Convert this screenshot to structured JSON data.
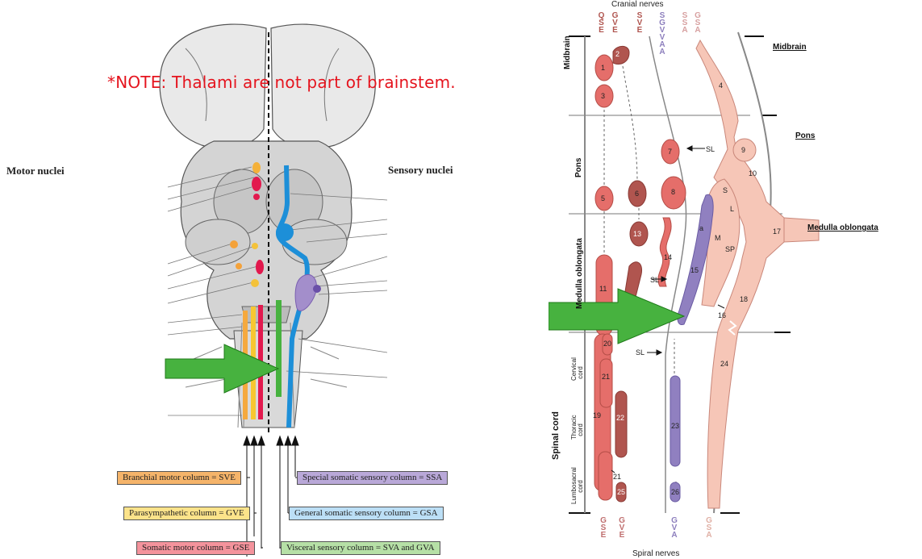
{
  "left_panel": {
    "note": "*NOTE: Thalami are not part of brainstem.",
    "motor_label": "Motor nuclei",
    "sensory_label": "Sensory nuclei",
    "legend": {
      "branchial": "Branchial motor column = SVE",
      "parasympathetic": "Parasympathetic column = GVE",
      "somatic_motor": "Somatic motor column = GSE",
      "special_somatic": "Special somatic sensory column = SSA",
      "general_somatic": "General somatic sensory column = GSA",
      "visceral_sensory": "Visceral sensory column = SVA and GVA"
    }
  },
  "right_panel": {
    "top_title": "Cranial nerves",
    "bottom_title": "Spiral nerves",
    "top_codes": [
      "Q S E",
      "G V E",
      "S V E",
      "S G V V A A",
      "S S A",
      "G S A"
    ],
    "bottom_codes": [
      "G S E",
      "G V E",
      "G V A",
      "G S A"
    ],
    "regions": {
      "midbrain": "Midbrain",
      "pons": "Pons",
      "medulla": "Medulla oblongata",
      "spinal": "Spinal cord"
    },
    "sublabels": {
      "cervical": "Cervical cord",
      "thoracic": "Thoracic cord",
      "lumbosacral": "Lumbosacral cord"
    },
    "right_labels": {
      "midbrain": "Midbrain",
      "pons": "Pons",
      "medulla": "Medulla oblongata"
    },
    "sl": "SL",
    "nuclei": [
      "1",
      "2",
      "3",
      "4",
      "5",
      "6",
      "7",
      "8",
      "9",
      "10",
      "11",
      "13",
      "14",
      "15",
      "16",
      "17",
      "18",
      "19",
      "20",
      "21",
      "22",
      "23",
      "24",
      "25",
      "26"
    ],
    "letters": [
      "S",
      "L",
      "M",
      "SP",
      "a"
    ]
  },
  "colors": {
    "arrow": "#47b23f",
    "note": "#e5141e",
    "gse_red": "#e56e6a",
    "gve_dark": "#b0554f",
    "gsa_pink": "#f6c6b7",
    "purple": "#9080c0"
  }
}
